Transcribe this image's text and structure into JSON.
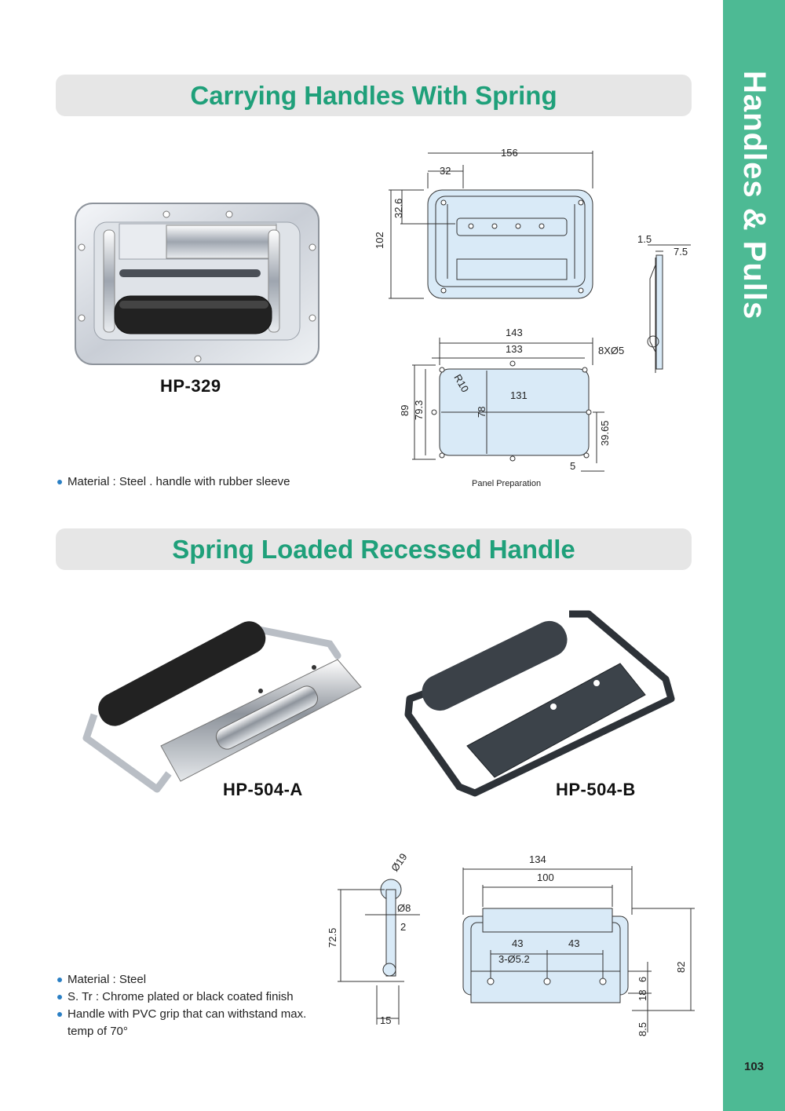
{
  "side_tab": {
    "title": "Handles & Pulls",
    "page_number": "103",
    "color": "#4dba94"
  },
  "section1": {
    "title": "Carrying Handles With Spring",
    "model": "HP-329",
    "bullets": [
      "Material : Steel . handle with rubber sleeve"
    ],
    "drawing": {
      "overall_width": "156",
      "offset_32": "32",
      "depth_32_6": "32.6",
      "height_102": "102",
      "side_1_5": "1.5",
      "side_7_5": "7.5",
      "panel_143": "143",
      "panel_133": "133",
      "holes": "8XØ5",
      "radius": "R10",
      "panel_131": "131",
      "panel_89": "89",
      "panel_79_3": "79.3",
      "panel_78": "78",
      "panel_39_65": "39.65",
      "panel_5": "5",
      "caption": "Panel Preparation"
    }
  },
  "section2": {
    "title": "Spring Loaded Recessed Handle",
    "model_a": "HP-504-A",
    "model_b": "HP-504-B",
    "bullets": [
      "Material : Steel",
      "S. Tr : Chrome plated or black coated finish",
      "Handle with PVC grip that can withstand max. temp of 70°"
    ],
    "drawing": {
      "dia_19": "Ø19",
      "dia_8": "Ø8",
      "dim_2": "2",
      "height_72_5": "72.5",
      "width_15": "15",
      "width_134": "134",
      "width_100": "100",
      "pitch_43a": "43",
      "pitch_43b": "43",
      "holes": "3-Ø5.2",
      "dim_6": "6",
      "dim_18": "18",
      "dim_8_5": "8.5",
      "height_82": "82"
    }
  }
}
